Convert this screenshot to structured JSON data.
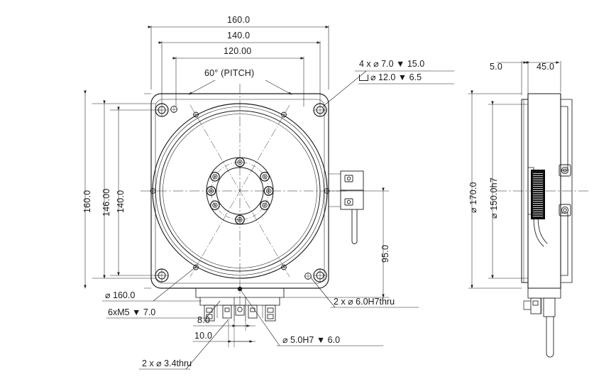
{
  "drawing": {
    "title": "Rotary stage assembly drawing",
    "views": [
      {
        "name": "front-view",
        "label": ""
      },
      {
        "name": "side-view",
        "label": ""
      }
    ],
    "line_color": "#1a1a1a"
  },
  "front_view": {
    "top_dimensions": [
      {
        "name": "overall-width",
        "value": "160.0"
      },
      {
        "name": "mounting-hole-pitch-width",
        "value": "140.0"
      },
      {
        "name": "inner-pitch-width",
        "value": "120.00"
      }
    ],
    "angular_dimension": {
      "name": "pitch-angle",
      "value": "60°  (PITCH)"
    },
    "left_dimensions": [
      {
        "name": "overall-height",
        "value": "160.0"
      },
      {
        "name": "body-height",
        "value": "146.00"
      },
      {
        "name": "mounting-hole-pitch-height",
        "value": "140.0"
      }
    ],
    "right_dimension": {
      "name": "bracket-height",
      "value": "95.0"
    },
    "callouts": {
      "corner_counterbore": {
        "line1": "4 x    ⌀ 7.0   ▼ 15.0",
        "line2_qty": "",
        "line2": "⌀ 12.0   ▼ 6.5"
      },
      "bolt_circle": {
        "line1": "⌀ 160.0",
        "line2": "6xM5   ▼ 7.0"
      },
      "dowel_thru": "2 x   ⌀ 6.0H7thru",
      "dowel_blind": "⌀ 5.0H7   ▼ 6.0",
      "small_thru": "2 x   ⌀ 3.4thru",
      "bottom_dim_1": "8.0",
      "bottom_dim_2": "10.0"
    }
  },
  "side_view": {
    "top_dimensions": [
      {
        "name": "plate-thickness",
        "value": "5.0"
      },
      {
        "name": "body-depth",
        "value": "45.0"
      }
    ],
    "vertical_dimensions": [
      {
        "name": "outer-diameter",
        "value": "⌀ 170.0"
      },
      {
        "name": "fit-diameter",
        "value": "⌀ 150.0h7"
      }
    ],
    "nameplate": {
      "name": "product-nameplate",
      "text": ""
    }
  }
}
